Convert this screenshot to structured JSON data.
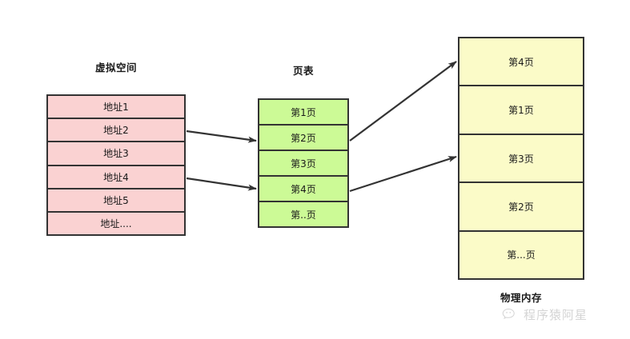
{
  "diagram": {
    "title_virtual": "虚拟空间",
    "title_page_table": "页表",
    "title_physical": "物理内存",
    "colors": {
      "virtual_fill": "#FAD2D2",
      "page_table_fill": "#CCFA96",
      "physical_fill": "#FBFBC8",
      "stroke": "#333333",
      "background": "#FFFFFF"
    }
  },
  "virtual_space": {
    "label": "虚拟空间",
    "rows": [
      {
        "text": "地址1"
      },
      {
        "text": "地址2"
      },
      {
        "text": "地址3"
      },
      {
        "text": "地址4"
      },
      {
        "text": "地址5"
      },
      {
        "text": "地址...."
      }
    ]
  },
  "page_table": {
    "label": "页表",
    "rows": [
      {
        "text": "第1页"
      },
      {
        "text": "第2页"
      },
      {
        "text": "第3页"
      },
      {
        "text": "第4页"
      },
      {
        "text": "第..页"
      }
    ]
  },
  "physical_memory": {
    "label": "物理内存",
    "rows": [
      {
        "text": "第4页"
      },
      {
        "text": "第1页"
      },
      {
        "text": "第3页"
      },
      {
        "text": "第2页"
      },
      {
        "text": "第...页"
      }
    ]
  },
  "arrows": [
    {
      "from": "地址2",
      "to": "第2页"
    },
    {
      "from": "地址4",
      "to": "第4页"
    },
    {
      "from": "第2页",
      "to": "第4页"
    },
    {
      "from": "第4页",
      "to": "第3页"
    }
  ],
  "watermark": {
    "text": "程序猿阿星",
    "icon": "wechat-icon"
  }
}
